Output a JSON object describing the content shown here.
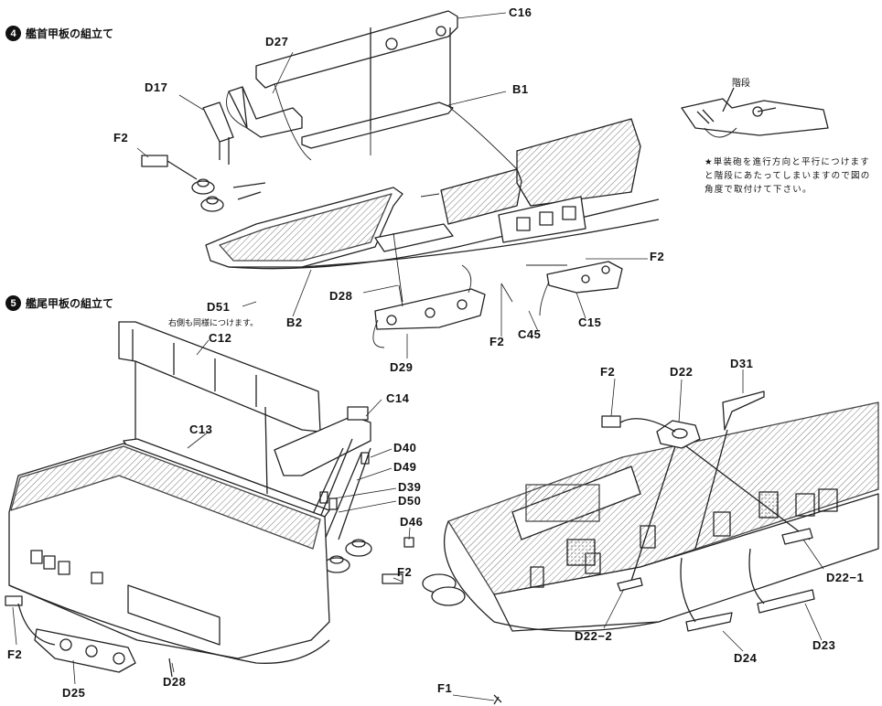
{
  "steps": {
    "bow": {
      "number": "4",
      "title": "艦首甲板の組立て"
    },
    "stern": {
      "number": "5",
      "title": "艦尾甲板の組立て"
    }
  },
  "labels": {
    "c16": "C16",
    "d27": "D27",
    "b1": "B1",
    "d17": "D17",
    "f2_a": "F2",
    "f2_b": "F2",
    "d28_a": "D28",
    "f2_c": "F2",
    "c45": "C45",
    "c15": "C15",
    "d29": "D29",
    "d51": "D51",
    "b2": "B2",
    "c12": "C12",
    "c14": "C14",
    "c13": "C13",
    "d40": "D40",
    "d49": "D49",
    "d39": "D39",
    "d50": "D50",
    "d46": "D46",
    "f2_d": "F2",
    "f2_e": "F2",
    "d25": "D25",
    "d28_b": "D28",
    "f2_f": "F2",
    "d22": "D22",
    "d31": "D31",
    "d22_1": "D22−1",
    "d22_2": "D22−2",
    "d24": "D24",
    "d23": "D23",
    "f1": "F1"
  },
  "notes": {
    "d51_note": "右側も同様につけます。",
    "stairs_label": "階段",
    "orientation_note": "★単装砲を進行方向と平行につけますと階段にあたってしまいますので図の角度で取付けて下さい。"
  }
}
